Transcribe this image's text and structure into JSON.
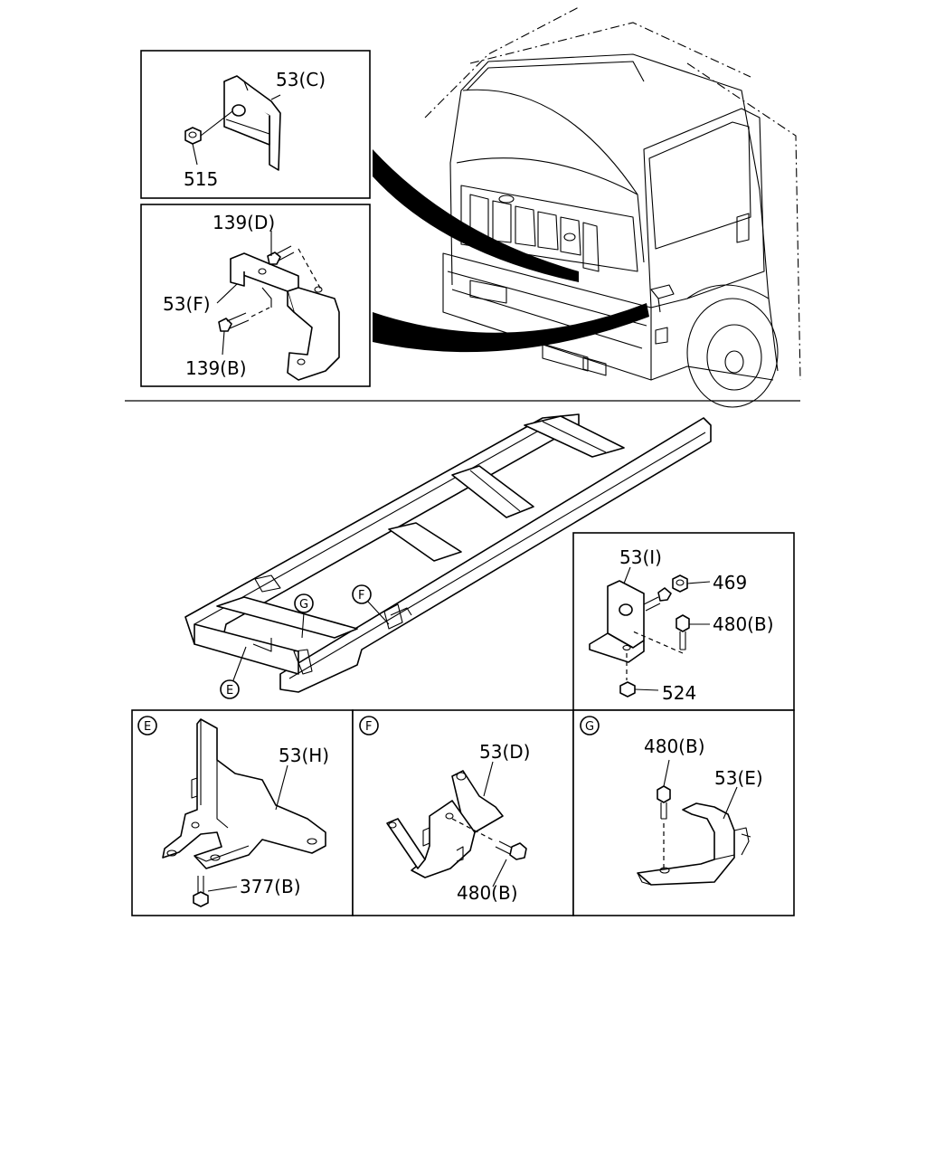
{
  "callouts": {
    "p53c": "53(C)",
    "p515": "515",
    "p139d": "139(D)",
    "p53f": "53(F)",
    "p139b": "139(B)",
    "p53i": "53(I)",
    "p469": "469",
    "p480b_i": "480(B)",
    "p524": "524",
    "p53h": "53(H)",
    "p377b": "377(B)",
    "p53d": "53(D)",
    "p480b_f": "480(B)",
    "p480b_g": "480(B)",
    "p53e": "53(E)"
  },
  "view_markers": {
    "E": "E",
    "F": "F",
    "G": "G"
  }
}
